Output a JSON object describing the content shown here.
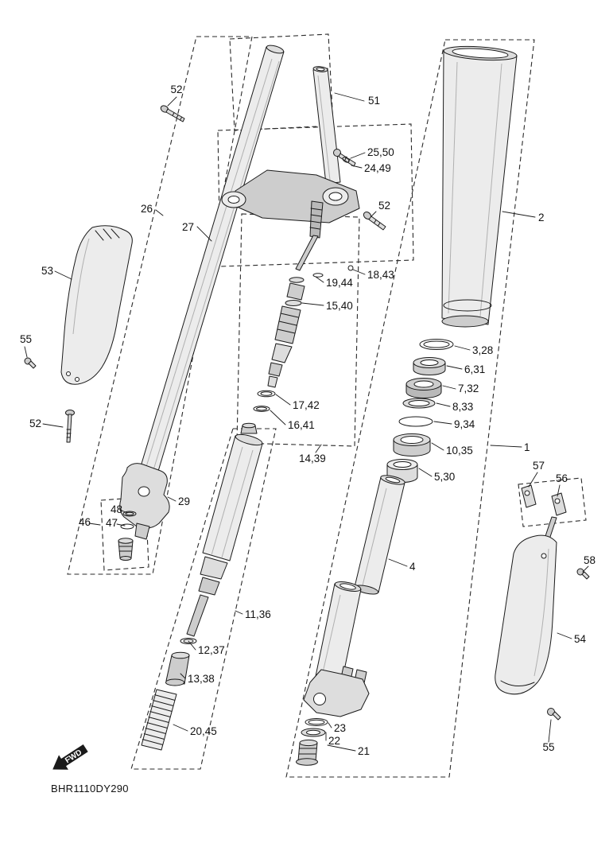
{
  "diagram": {
    "code": "BHR1110DY290",
    "fwd_label": "FWD",
    "ink_color": "#1a1a1a",
    "background_color": "#ffffff",
    "callouts": [
      {
        "text": "52"
      },
      {
        "text": "51"
      },
      {
        "text": "25,50"
      },
      {
        "text": "24,49"
      },
      {
        "text": "26"
      },
      {
        "text": "27"
      },
      {
        "text": "2"
      },
      {
        "text": "52"
      },
      {
        "text": "53"
      },
      {
        "text": "18,43"
      },
      {
        "text": "19,44"
      },
      {
        "text": "15,40"
      },
      {
        "text": "55"
      },
      {
        "text": "3,28"
      },
      {
        "text": "6,31"
      },
      {
        "text": "7,32"
      },
      {
        "text": "8,33"
      },
      {
        "text": "9,34"
      },
      {
        "text": "17,42"
      },
      {
        "text": "16,41"
      },
      {
        "text": "10,35"
      },
      {
        "text": "52"
      },
      {
        "text": "14,39"
      },
      {
        "text": "5,30"
      },
      {
        "text": "1"
      },
      {
        "text": "57"
      },
      {
        "text": "56"
      },
      {
        "text": "29"
      },
      {
        "text": "48"
      },
      {
        "text": "46"
      },
      {
        "text": "47"
      },
      {
        "text": "58"
      },
      {
        "text": "4"
      },
      {
        "text": "54"
      },
      {
        "text": "11,36"
      },
      {
        "text": "12,37"
      },
      {
        "text": "13,38"
      },
      {
        "text": "23"
      },
      {
        "text": "22"
      },
      {
        "text": "21"
      },
      {
        "text": "20,45"
      },
      {
        "text": "55"
      }
    ]
  }
}
